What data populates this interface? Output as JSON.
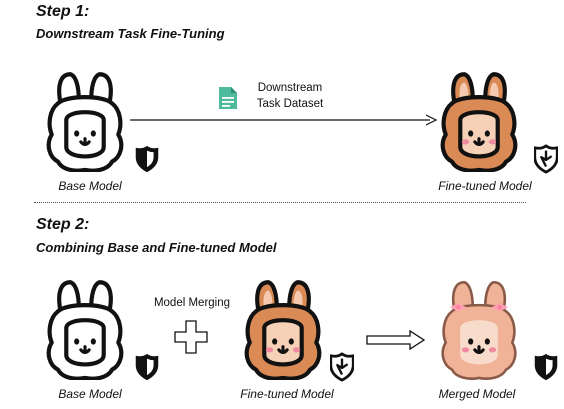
{
  "step1": {
    "title": "Step 1:",
    "subtitle": "Downstream Task Fine-Tuning",
    "dataset_label_line1": "Downstream",
    "dataset_label_line2": "Task Dataset",
    "base_caption": "Base Model",
    "finetuned_caption": "Fine-tuned Model"
  },
  "step2": {
    "title": "Step 2:",
    "subtitle": "Combining Base and Fine-tuned Model",
    "merging_label": "Model Merging",
    "base_caption": "Base Model",
    "finetuned_caption": "Fine-tuned Model",
    "merged_caption": "Merged Model"
  },
  "colors": {
    "outline": "#111111",
    "white_face": "#ffffff",
    "finetuned_fur": "#d98a55",
    "finetuned_face": "#f6d1b8",
    "merged_fur": "#f1b397",
    "merged_face": "#f8dccb",
    "cheek": "#f08aa0",
    "bow": "#ff9fb4",
    "doc_icon": "#4dbb9b"
  },
  "icons": {
    "llama": "llama-icon",
    "shield": "shield-icon",
    "broken_shield": "broken-shield-icon",
    "document": "document-icon",
    "plus": "plus-icon",
    "arrow": "arrow-icon"
  }
}
